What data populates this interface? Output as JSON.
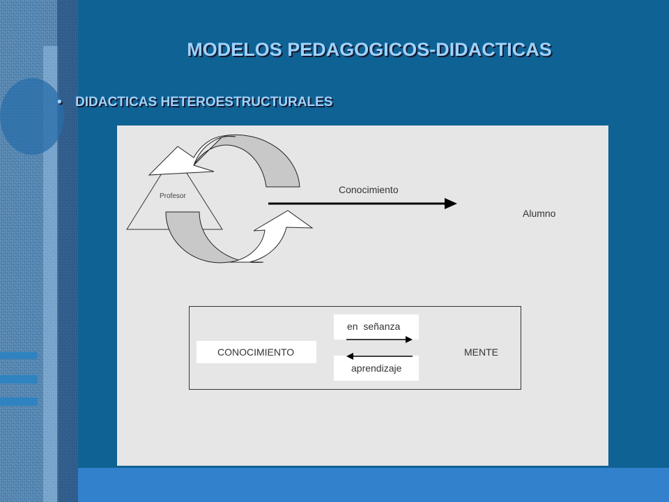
{
  "slide": {
    "title": "MODELOS PEDAGOGICOS-DIDACTICAS",
    "bullet_marker": "•",
    "bullet_text": "DIDACTICAS HETEROESTRUCTURALES"
  },
  "diagram": {
    "top": {
      "teacher_label": "Profesor",
      "arrow_label": "Conocimiento",
      "student_label": "Alumno"
    },
    "bottom": {
      "left_label": "CONOCIMIENTO",
      "right_label": "MENTE",
      "forward_label": "en  señanza",
      "backward_label": "aprendizaje"
    }
  },
  "colors": {
    "background": "#0f6294",
    "title_text": "#9fd3ff",
    "panel": "#e6e6e6",
    "bottom_band": "#3181cd"
  }
}
